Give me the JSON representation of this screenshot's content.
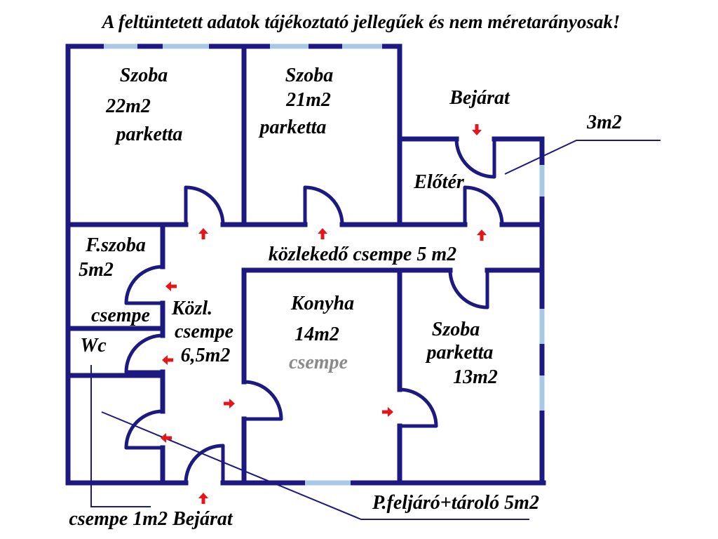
{
  "notice": "A feltüntetett adatok tájékoztató jellegűek és nem méretarányosak!",
  "rooms": {
    "room_22": {
      "name": "Szoba",
      "area": "22m2",
      "floor": "parketta"
    },
    "room_21": {
      "name": "Szoba",
      "area": "21m2",
      "floor": "parketta"
    },
    "main_entrance": {
      "name": "Bejárat"
    },
    "hall": {
      "name": "Előtér",
      "area": "3m2"
    },
    "pantry": {
      "name": "F.szoba",
      "area": "5m2",
      "floor": "csempe"
    },
    "corridor_left": {
      "name": "Közl.",
      "floor": "csempe",
      "area": "6,5m2"
    },
    "corridor_main": {
      "label": "közlekedő csempe 5 m2"
    },
    "kitchen": {
      "name": "Konyha",
      "area": "14m2",
      "floor": "csempe"
    },
    "room_13": {
      "name": "Szoba",
      "floor": "parketta",
      "area": "13m2"
    },
    "wc": {
      "name": "Wc"
    }
  },
  "callouts": {
    "wc_entrance": "csempe 1m2 Bejárat",
    "porch_storage": "P.feljáró+tároló 5m2"
  },
  "colors": {
    "wall": "#1c1a80",
    "window": "#a9c8e6",
    "arrow": "#e8141a",
    "text": "#000000",
    "faded_text": "#8a8a8a",
    "leader_line": "#1c1a80"
  }
}
